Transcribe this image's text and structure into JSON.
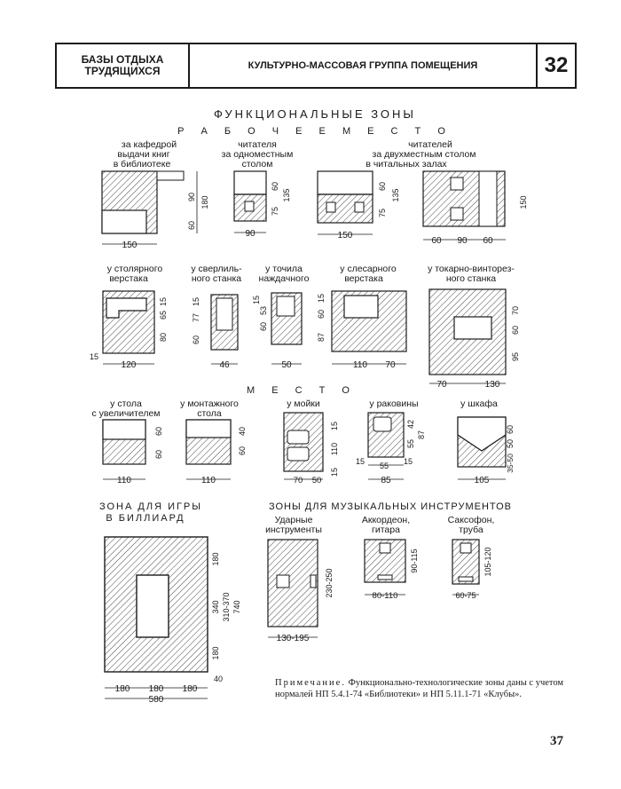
{
  "header": {
    "section_line1": "БАЗЫ ОТДЫХА",
    "section_line2": "ТРУДЯЩИХСЯ",
    "title": "КУЛЬТУРНО-МАССОВАЯ ГРУППА ПОМЕЩЕНИЯ",
    "sheet_number": "32"
  },
  "headings": {
    "functional_zones": "ФУНКЦИОНАЛЬНЫЕ  ЗОНЫ",
    "workplace": "Р А Б О Ч Е Е   М Е С Т О",
    "place": "М Е С Т О",
    "billiard_1": "ЗОНА ДЛЯ ИГРЫ",
    "billiard_2": "В БИЛЛИАРД",
    "music": "ЗОНЫ ДЛЯ МУЗЫКАЛЬНЫХ ИНСТРУМЕНТОВ"
  },
  "labels": {
    "l1a": "за кафедрой",
    "l1b": "выдачи книг",
    "l1c": "в библиотеке",
    "l2a": "читателя",
    "l2b": "за одноместным",
    "l2c": "столом",
    "l3a": "читателей",
    "l3b": "за двухместным столом",
    "l3c": "в читальных залах",
    "r2a1": "у столярного",
    "r2a2": "верстака",
    "r2b1": "у сверлиль-",
    "r2b2": "ного станка",
    "r2c1": "у точила",
    "r2c2": "наждачного",
    "r2d1": "у слесарного",
    "r2d2": "верстака",
    "r2e1": "у токарно-винторез-",
    "r2e2": "ного станка",
    "r3a1": "у стола",
    "r3a2": "с увеличителем",
    "r3b1": "у монтажного",
    "r3b2": "стола",
    "r3c": "у мойки",
    "r3d": "у раковины",
    "r3e": "у шкафа",
    "m1a": "Ударные",
    "m1b": "инструменты",
    "m2a": "Аккордеон,",
    "m2b": "гитара",
    "m3a": "Саксофон,",
    "m3b": "труба"
  },
  "dimensions": {
    "d150a": "150",
    "d60": "60",
    "d90": "90",
    "d180": "180",
    "d75": "75",
    "d135": "135",
    "d70": "70",
    "d95": "95",
    "d120": "120",
    "d15": "15",
    "d80": "80",
    "d65": "65",
    "d46": "46",
    "d77": "77",
    "d50": "50",
    "d53": "53",
    "d110": "110",
    "d87": "87",
    "d130": "130",
    "d40": "40",
    "d42": "42",
    "d55": "55",
    "d85": "85",
    "d105": "105",
    "d35_50": "35-50",
    "d580": "580",
    "d340": "340",
    "d310_370": "310-370",
    "d740": "740",
    "d130_195": "130-195",
    "d230_250": "230-250",
    "d80_110": "80-110",
    "d90_115": "90-115",
    "d60_75": "60-75",
    "d105_120": "105-120"
  },
  "note": {
    "label": "Примечание.",
    "text": "Функционально-технологические зоны даны с учетом нормалей НП 5.4.1-74 «Библиотеки» и НП 5.11.1-71 «Клубы»."
  },
  "page_number": "37"
}
